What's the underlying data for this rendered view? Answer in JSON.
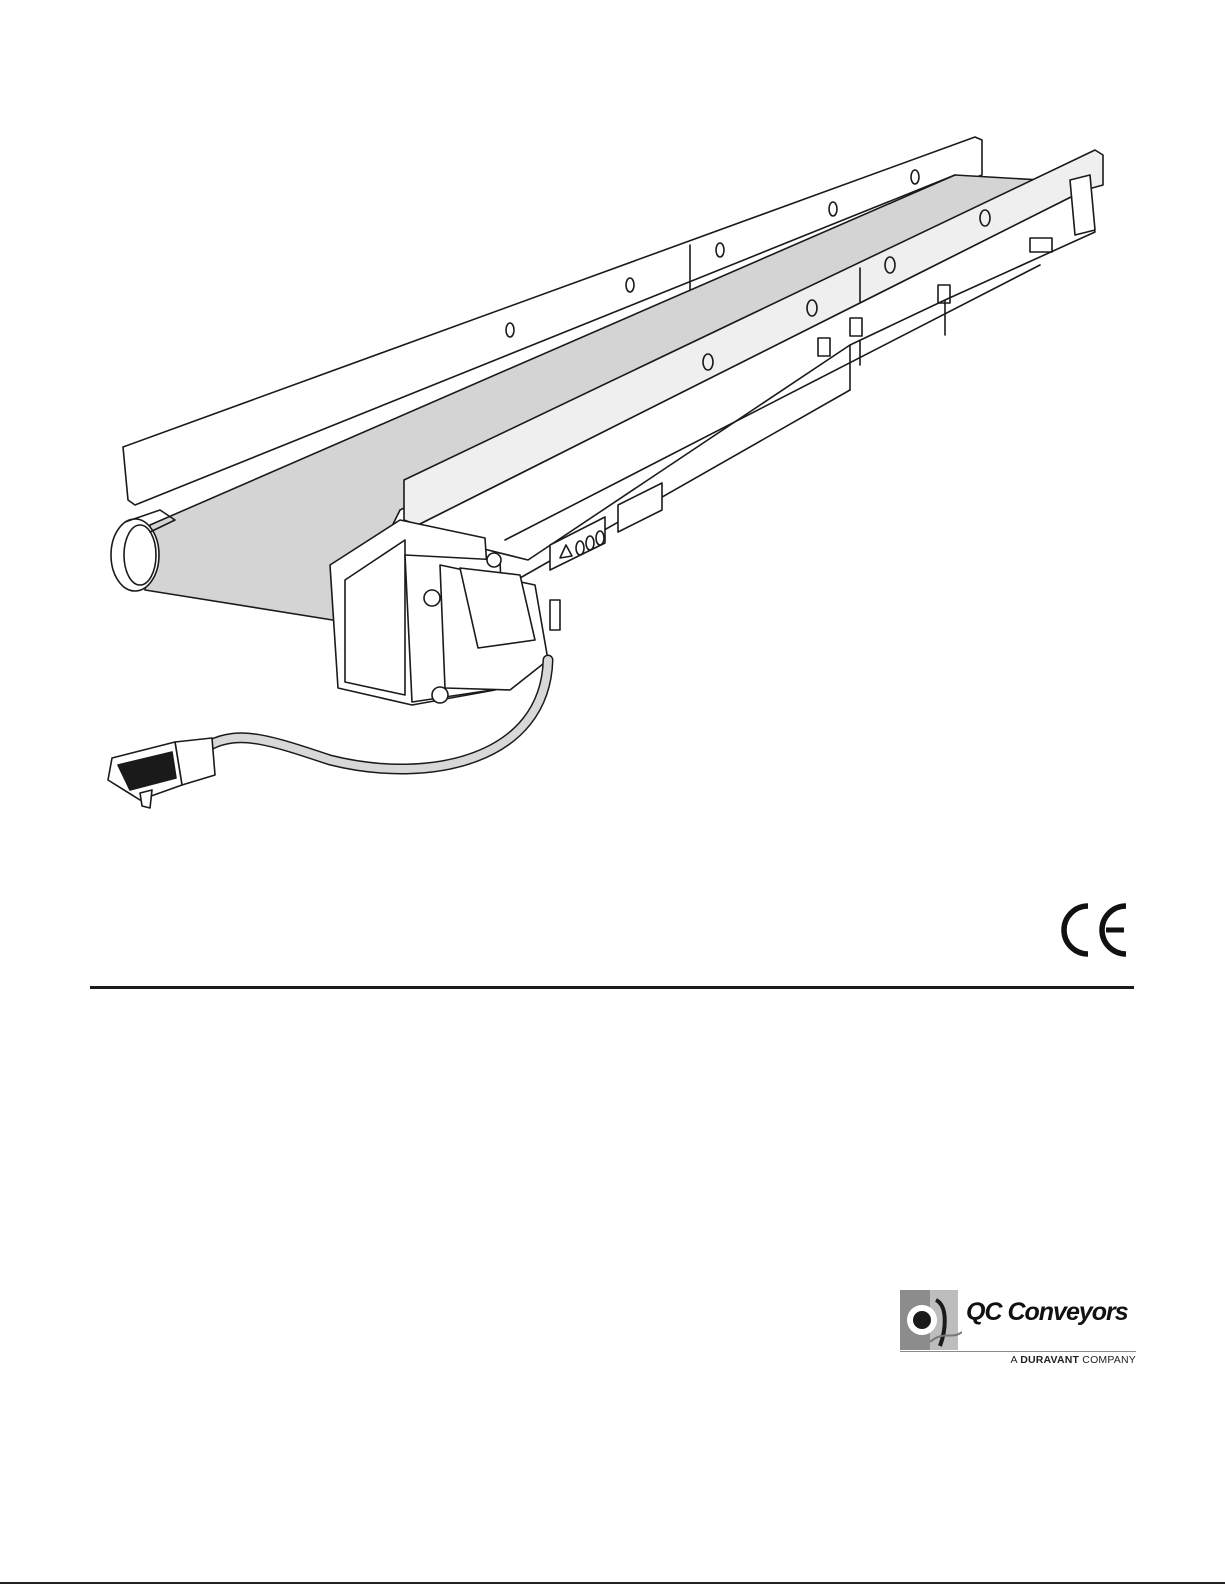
{
  "logo": {
    "company_name": "QC Conveyors",
    "tagline_prefix": "A",
    "tagline_brand": "DURAVANT",
    "tagline_suffix": "COMPANY"
  },
  "marks": {
    "certification": "CE"
  },
  "icons": {
    "illustration": "conveyor-illustration-icon",
    "certification": "ce-mark-icon",
    "logo": "qc-logo-mark-icon"
  },
  "colors": {
    "belt": "#d4d4d4",
    "frame": "#ffffff",
    "line": "#1a1a1a",
    "logo_gray": "#8c8c8c"
  }
}
